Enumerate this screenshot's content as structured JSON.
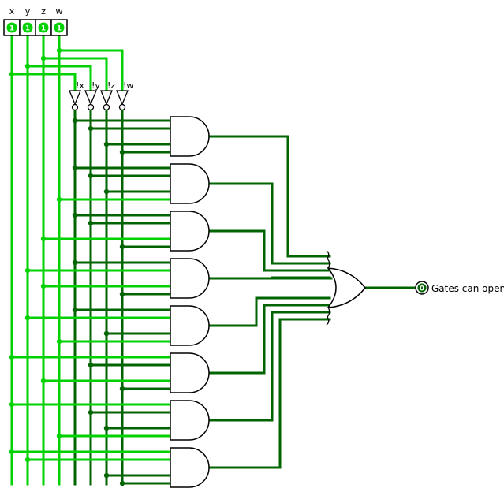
{
  "inputs": [
    {
      "name": "x",
      "value": "1"
    },
    {
      "name": "y",
      "value": "1"
    },
    {
      "name": "z",
      "value": "1"
    },
    {
      "name": "w",
      "value": "1"
    }
  ],
  "inverters": [
    {
      "label": "!x"
    },
    {
      "label": "!y"
    },
    {
      "label": "!z"
    },
    {
      "label": "!w"
    }
  ],
  "and_gate_inputs": [
    [
      "!x",
      "!y",
      "!z",
      "!w"
    ],
    [
      "!x",
      "!y",
      "!z",
      "w"
    ],
    [
      "!x",
      "!y",
      "z",
      "!w"
    ],
    [
      "!x",
      "y",
      "z",
      "!w"
    ],
    [
      "!x",
      "y",
      "!z",
      "w"
    ],
    [
      "x",
      "!y",
      "z",
      "!w"
    ],
    [
      "x",
      "!y",
      "!z",
      "w"
    ],
    [
      "x",
      "y",
      "!z",
      "!w"
    ]
  ],
  "output": {
    "label": "Gates can open",
    "value": "0"
  },
  "colors": {
    "wire_on": "#00d200",
    "wire_off": "#006400",
    "gate_stroke": "#000000",
    "pin_fill": "#00d200"
  }
}
